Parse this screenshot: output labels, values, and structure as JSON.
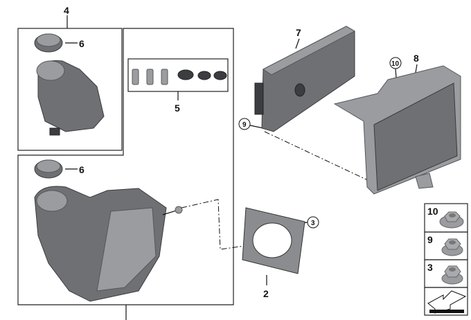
{
  "diagram": {
    "callouts": {
      "reservoir_assembly": "4",
      "cap_top": "6",
      "screw_kit": "5",
      "cap_bottom": "6",
      "control_unit": "7",
      "bracket": "8",
      "nut_10": "10",
      "nut_9": "9",
      "nut_3": "3",
      "gasket": "2"
    },
    "legend": [
      {
        "number": "10",
        "item": "flange-nut"
      },
      {
        "number": "9",
        "item": "flange-nut"
      },
      {
        "number": "3",
        "item": "flange-nut"
      }
    ],
    "colors": {
      "part": "#6e7073",
      "frame": "#222222"
    }
  }
}
